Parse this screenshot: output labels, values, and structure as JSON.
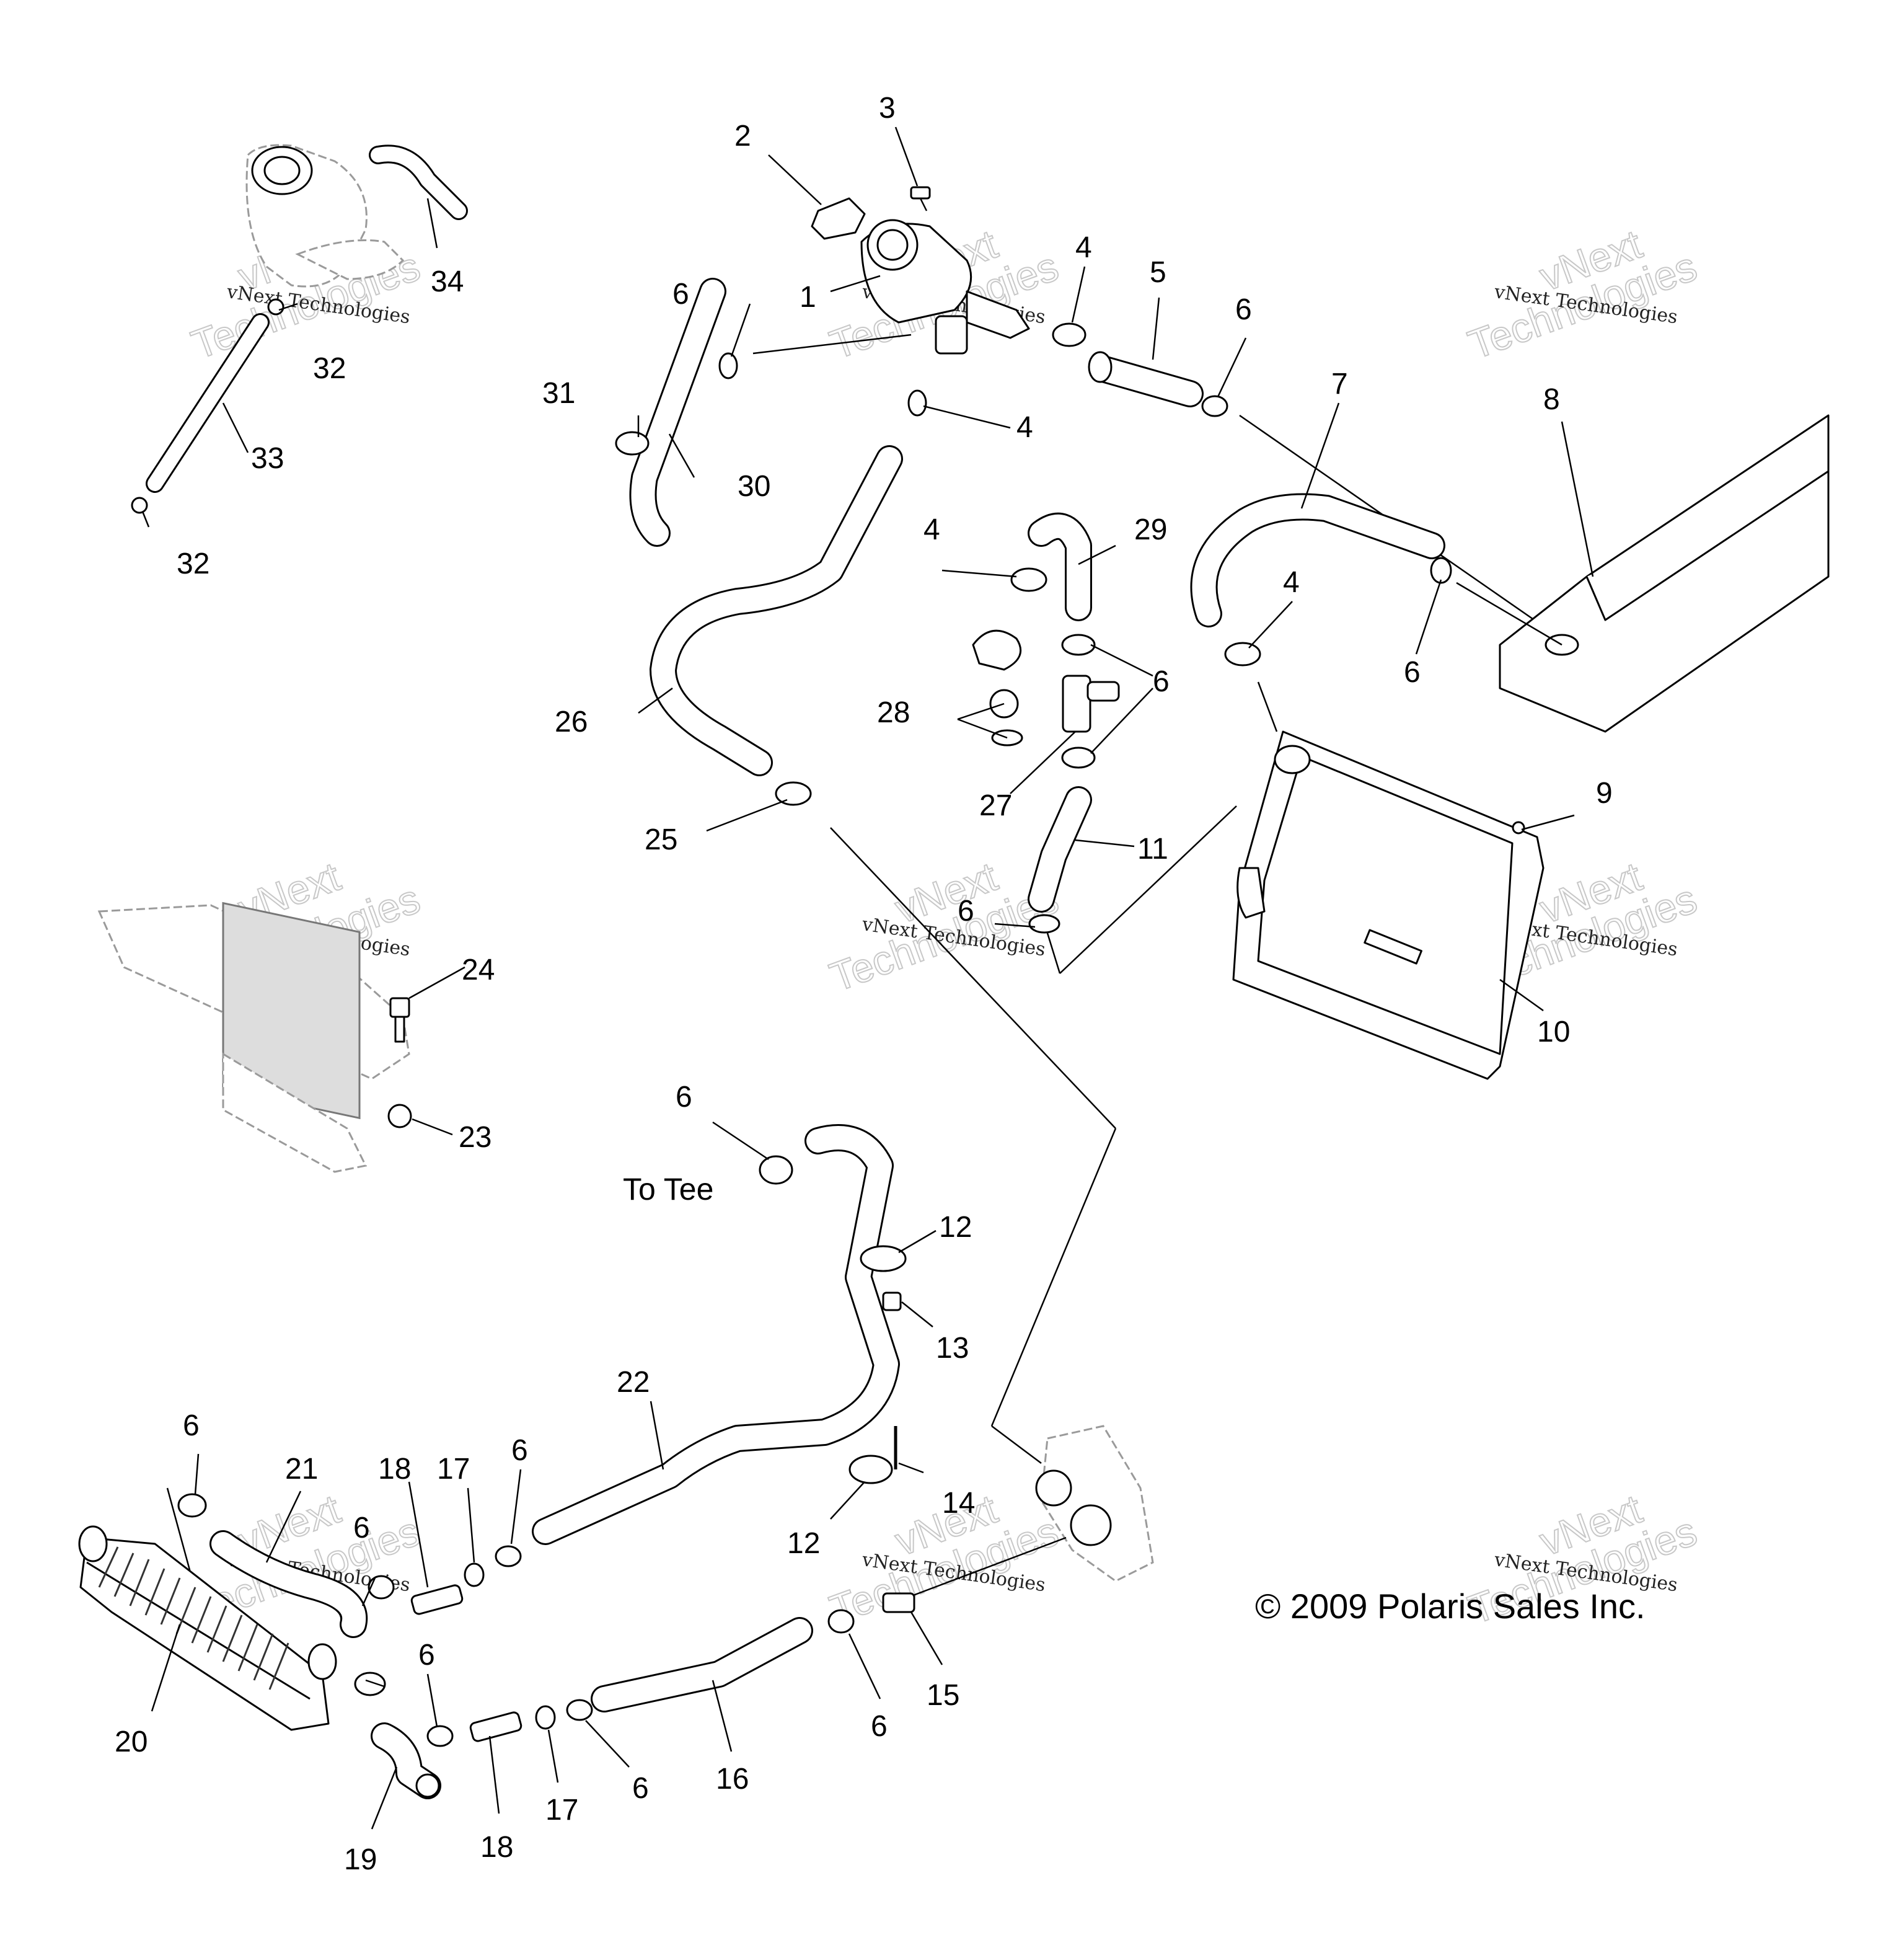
{
  "callouts": {
    "c1": "1",
    "c2": "2",
    "c3": "3",
    "c4a": "4",
    "c4b": "4",
    "c4c": "4",
    "c4d": "4",
    "c5": "5",
    "c6a": "6",
    "c6b": "6",
    "c6c": "6",
    "c6d": "6",
    "c6e": "6",
    "c6f": "6",
    "c6g": "6",
    "c6h": "6",
    "c6i": "6",
    "c6j": "6",
    "c6k": "6",
    "c6l": "6",
    "c7": "7",
    "c8": "8",
    "c9": "9",
    "c10": "10",
    "c11": "11",
    "c12a": "12",
    "c12b": "12",
    "c13": "13",
    "c14": "14",
    "c15": "15",
    "c16": "16",
    "c17a": "17",
    "c17b": "17",
    "c18a": "18",
    "c18b": "18",
    "c19": "19",
    "c20": "20",
    "c21": "21",
    "c22": "22",
    "c23": "23",
    "c24": "24",
    "c25": "25",
    "c26": "26",
    "c27": "27",
    "c28": "28",
    "c29": "29",
    "c30": "30",
    "c31": "31",
    "c32a": "32",
    "c32b": "32",
    "c33": "33",
    "c34": "34"
  },
  "note_to_tee": "To Tee",
  "copyright": "© 2009 Polaris Sales Inc.",
  "watermark": {
    "line1": "vNext Technologies",
    "line2a": "vNext",
    "line2b": "Technologies"
  }
}
